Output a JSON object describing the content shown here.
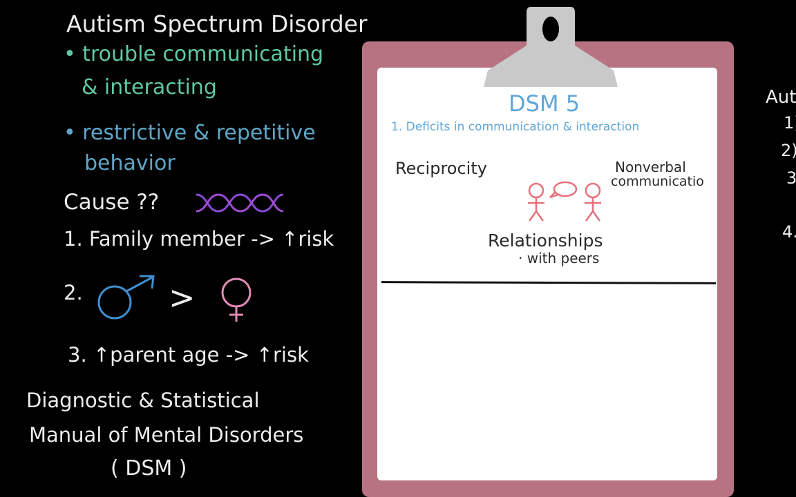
{
  "left": {
    "title": "Autism Spectrum Disorder",
    "bullet1_line1": "• trouble communicating",
    "bullet1_line2": "& interacting",
    "bullet2_line1": "• restrictive & repetitive",
    "bullet2_line2": "behavior",
    "cause": "Cause ??",
    "factor1": "1. Family member -> ↑risk",
    "factor2_num": "2.",
    "factor2_gt": ">",
    "factor3": "3. ↑parent age -> ↑risk",
    "dsm_line1": "Diagnostic & Statistical",
    "dsm_line2": "Manual of Mental Disorders",
    "dsm_line3": "( DSM )"
  },
  "clipboard": {
    "heading": "DSM 5",
    "criterion1": "1. Deficits in communication & interaction",
    "reciprocity": "Reciprocity",
    "nonverbal_line1": "Nonverbal",
    "nonverbal_line2": "communicatio",
    "relationships": "Relationships",
    "peers": "· with peers"
  },
  "right_edge": {
    "title": "Aut",
    "item1": "1)",
    "item2": "2)",
    "item3": "3",
    "item4": "4."
  },
  "colors": {
    "background": "#000000",
    "chalk_white": "#ececec",
    "chalk_green": "#5fc9a3",
    "chalk_blue": "#5fa6c8",
    "male_symbol": "#3f8fd0",
    "female_symbol": "#e38cb6",
    "dna": "#8a4ad6",
    "clipboard": "#b87382",
    "clip": "#c9c9c9",
    "paper": "#ffffff",
    "stick_figures": "#e86f7c"
  }
}
